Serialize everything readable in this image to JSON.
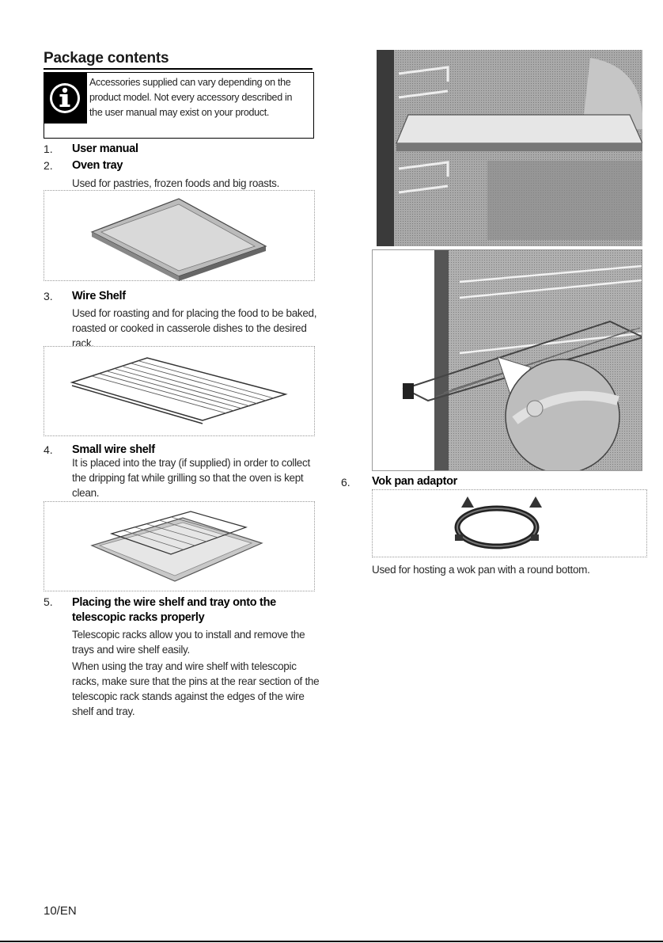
{
  "section": {
    "title": "Package contents"
  },
  "note": {
    "text": "Accessories supplied can vary depending on the product model. Not every accessory described in the user manual may exist on your product."
  },
  "items": [
    {
      "num": "1.",
      "title": "User manual",
      "body": ""
    },
    {
      "num": "2.",
      "title": "Oven tray",
      "body": "Used for pastries, frozen foods and big roasts."
    },
    {
      "num": "3.",
      "title": "Wire Shelf",
      "body": "Used for roasting and for placing the food to be baked, roasted or cooked in casserole dishes to the desired rack."
    },
    {
      "num": "4.",
      "title": "Small wire shelf",
      "body": "It is placed into the tray (if supplied) in order to collect the dripping fat while grilling so that the oven is kept clean."
    },
    {
      "num": "5.",
      "title": "Placing the wire shelf and tray onto the telescopic racks properly",
      "body": "Telescopic racks allow you to install and remove the trays and wire shelf easily.",
      "body2": "When using the tray and wire shelf with telescopic racks, make sure that the pins at the rear section of the telescopic rack stands against the edges of the wire shelf and tray."
    },
    {
      "num": "6.",
      "title": "Vok pan adaptor",
      "body": "Used for hosting a wok pan with a round bottom."
    }
  ],
  "footer": {
    "page": "10/EN"
  }
}
